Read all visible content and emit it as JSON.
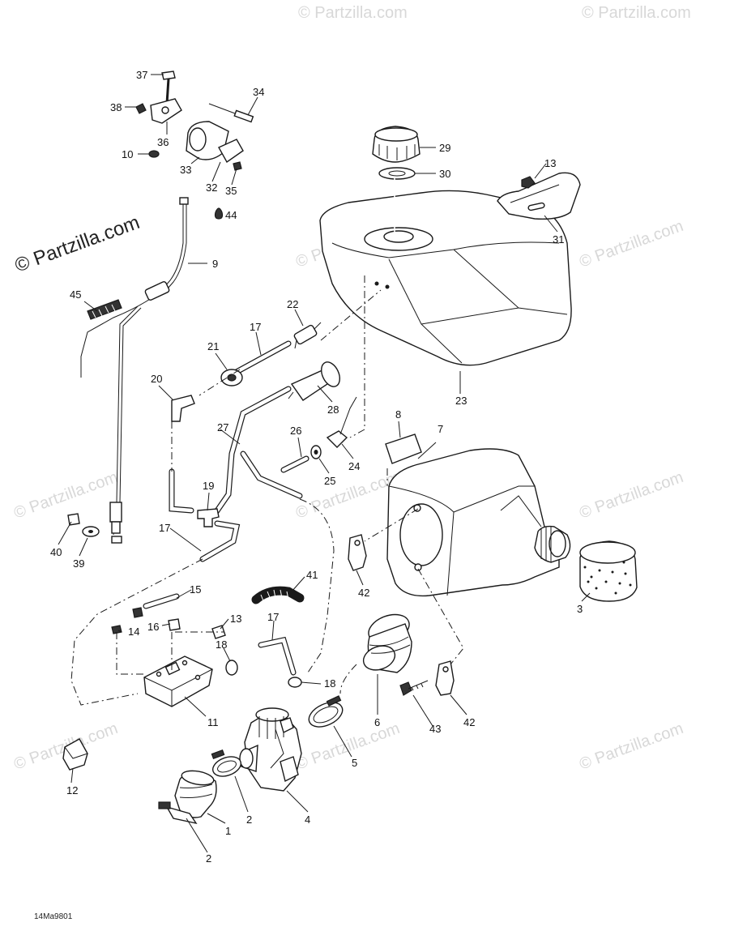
{
  "diagram": {
    "watermark_main": "© Partzilla.com",
    "watermark_repeat": "© Partzilla.com",
    "drawing_code": "14Ma9801",
    "callouts": [
      {
        "id": "c37",
        "text": "37"
      },
      {
        "id": "c38",
        "text": "38"
      },
      {
        "id": "c36",
        "text": "36"
      },
      {
        "id": "c34",
        "text": "34"
      },
      {
        "id": "c10",
        "text": "10"
      },
      {
        "id": "c33",
        "text": "33"
      },
      {
        "id": "c32",
        "text": "32"
      },
      {
        "id": "c35",
        "text": "35"
      },
      {
        "id": "c44",
        "text": "44"
      },
      {
        "id": "c9",
        "text": "9"
      },
      {
        "id": "c45",
        "text": "45"
      },
      {
        "id": "c29",
        "text": "29"
      },
      {
        "id": "c30",
        "text": "30"
      },
      {
        "id": "c13a",
        "text": "13"
      },
      {
        "id": "c31",
        "text": "31"
      },
      {
        "id": "c22",
        "text": "22"
      },
      {
        "id": "c17a",
        "text": "17"
      },
      {
        "id": "c21",
        "text": "21"
      },
      {
        "id": "c20",
        "text": "20"
      },
      {
        "id": "c28",
        "text": "28"
      },
      {
        "id": "c23",
        "text": "23"
      },
      {
        "id": "c27",
        "text": "27"
      },
      {
        "id": "c26",
        "text": "26"
      },
      {
        "id": "c8",
        "text": "8"
      },
      {
        "id": "c7",
        "text": "7"
      },
      {
        "id": "c24",
        "text": "24"
      },
      {
        "id": "c25",
        "text": "25"
      },
      {
        "id": "c19",
        "text": "19"
      },
      {
        "id": "c17b",
        "text": "17"
      },
      {
        "id": "c40",
        "text": "40"
      },
      {
        "id": "c39",
        "text": "39"
      },
      {
        "id": "c42a",
        "text": "42"
      },
      {
        "id": "c3",
        "text": "3"
      },
      {
        "id": "c15",
        "text": "15"
      },
      {
        "id": "c41",
        "text": "41"
      },
      {
        "id": "c14",
        "text": "14"
      },
      {
        "id": "c16",
        "text": "16"
      },
      {
        "id": "c13b",
        "text": "13"
      },
      {
        "id": "c17c",
        "text": "17"
      },
      {
        "id": "c18a",
        "text": "18"
      },
      {
        "id": "c18b",
        "text": "18"
      },
      {
        "id": "c11",
        "text": "11"
      },
      {
        "id": "c6",
        "text": "6"
      },
      {
        "id": "c43",
        "text": "43"
      },
      {
        "id": "c42b",
        "text": "42"
      },
      {
        "id": "c5",
        "text": "5"
      },
      {
        "id": "c12",
        "text": "12"
      },
      {
        "id": "c2a",
        "text": "2"
      },
      {
        "id": "c4",
        "text": "4"
      },
      {
        "id": "c1",
        "text": "1"
      },
      {
        "id": "c2b",
        "text": "2"
      }
    ]
  }
}
